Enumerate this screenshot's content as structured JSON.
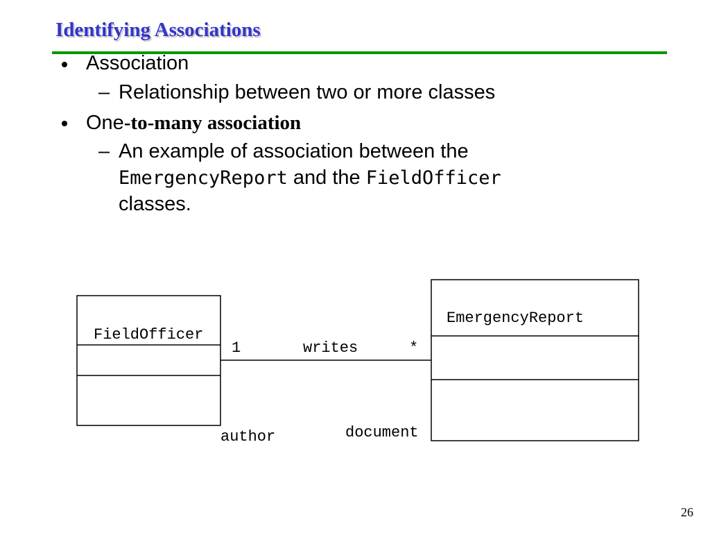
{
  "slide": {
    "title": "Identifying Associations",
    "page_number": "26"
  },
  "bullets": [
    {
      "text": "Association",
      "sub": "Relationship between  two or more classes"
    },
    {
      "text_prefix": "One",
      "text_rest": "-to-many association",
      "sub_parts": {
        "line1": "An example of association between the",
        "class1": "EmergencyReport",
        "mid": " and the ",
        "class2": "FieldOfficer",
        "line3": "classes."
      }
    }
  ],
  "diagram": {
    "left_class": "FieldOfficer",
    "right_class": "EmergencyReport",
    "association_name": "writes",
    "left_multiplicity": "1",
    "right_multiplicity": "*",
    "left_role": "author",
    "right_role": "document"
  },
  "colors": {
    "title": "#3333cc",
    "rule": "#009900"
  },
  "dash_glyph": "–"
}
